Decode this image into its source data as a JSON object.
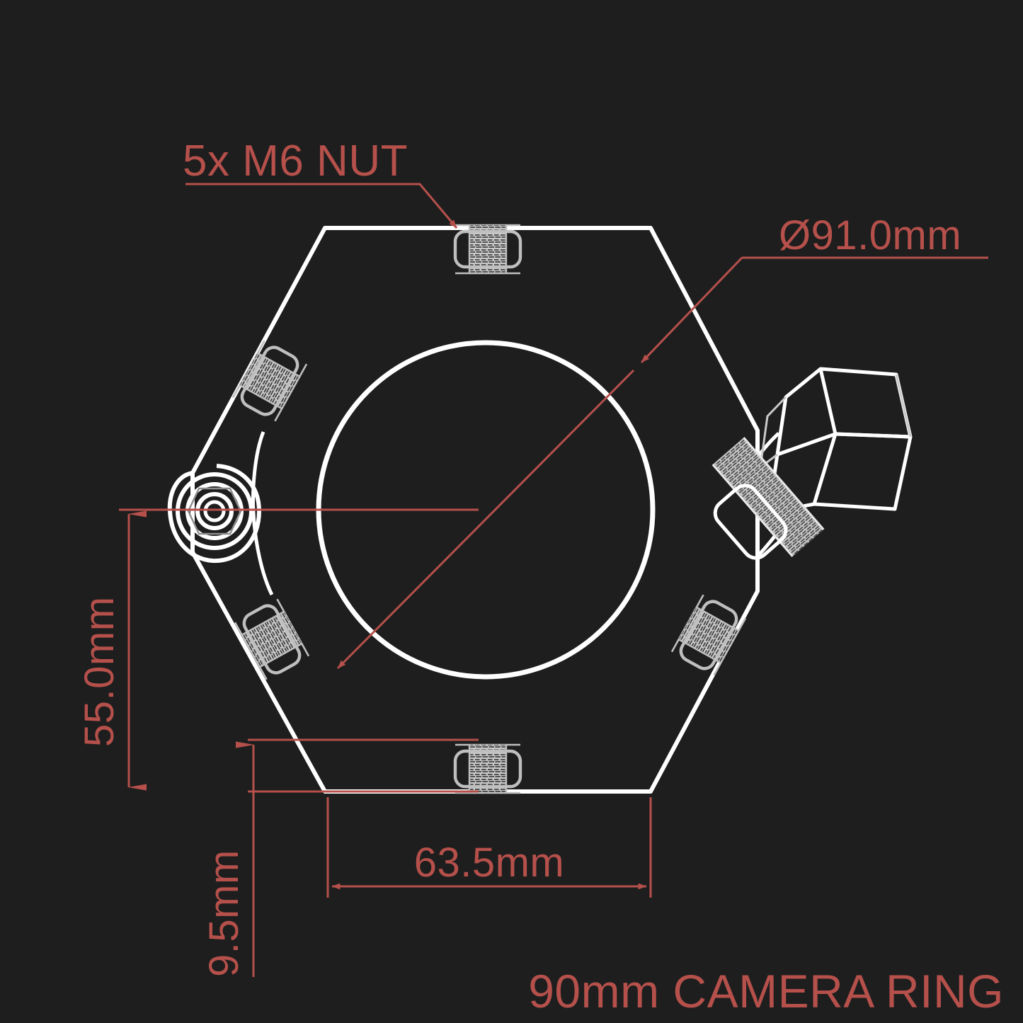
{
  "drawing": {
    "title": "90mm CAMERA RING",
    "background_color": "#1e1e1e",
    "part_line_color": "#ffffff",
    "hardware_line_color": "#bfbfbf",
    "hardware_fill_color": "#c8c8c8",
    "dimension_color": "#b5504b"
  },
  "annotations": {
    "nut_callout": {
      "label": "5x M6 NUT",
      "name": "nut-quantity-callout",
      "leader": "underline-then-diagonal-arrow-to-top-nut"
    },
    "bore_diameter": {
      "label": "Ø91.0mm",
      "name": "bore-diameter-callout",
      "value": 91.0,
      "unit": "mm",
      "symbol": "Ø",
      "leader": "underline-then-diagonal-double-arrow-across-bore"
    },
    "height_dimension": {
      "label": "55.0mm",
      "name": "pivot-height-dimension",
      "value": 55.0,
      "unit": "mm",
      "orientation": "vertical",
      "arrows": "both"
    },
    "offset_dimension": {
      "label": "9.5mm",
      "name": "bottom-offset-dimension",
      "value": 9.5,
      "unit": "mm",
      "orientation": "vertical",
      "arrows": "up"
    },
    "width_dimension": {
      "label": "63.5mm",
      "name": "bottom-flat-width-dimension",
      "value": 63.5,
      "unit": "mm",
      "orientation": "horizontal",
      "arrows": "both"
    }
  },
  "part_features": {
    "body": "hexagonal-clamp-ring",
    "bore": "circular-bore",
    "nuts": [
      {
        "name": "nut-top",
        "angle_deg": 0
      },
      {
        "name": "nut-upper-left",
        "angle_deg": -59
      },
      {
        "name": "nut-lower-left",
        "angle_deg": 59
      },
      {
        "name": "nut-bottom",
        "angle_deg": 0
      },
      {
        "name": "nut-lower-right",
        "angle_deg": -59
      }
    ],
    "pivot": "pivot-screw-boss",
    "thumbscrew": "clamping-thumbscrew-knob"
  }
}
